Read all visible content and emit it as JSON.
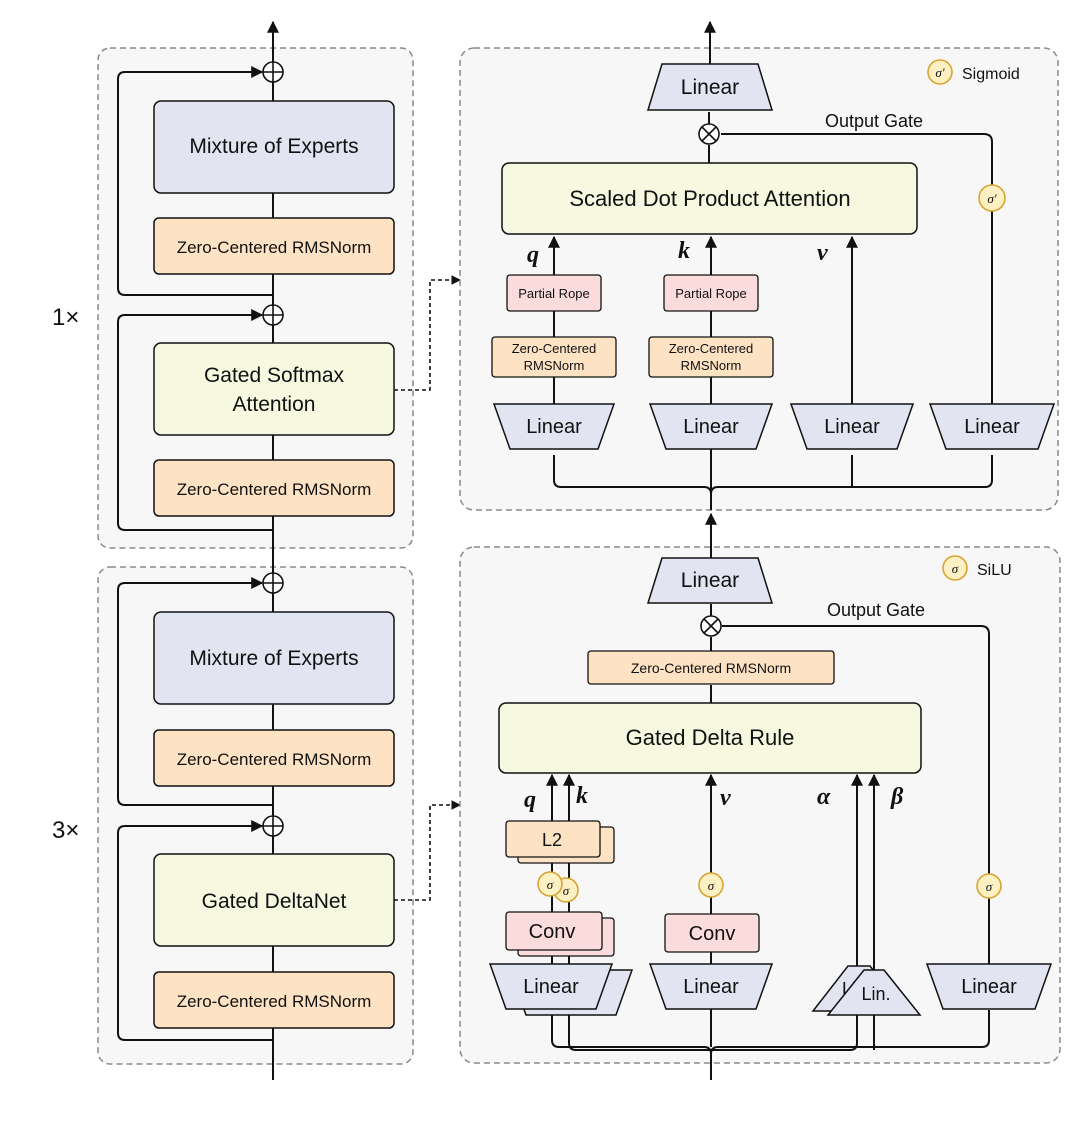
{
  "left": {
    "top_block": {
      "multiplier": "1×",
      "moe": "Mixture of Experts",
      "norm_upper": "Zero-Centered RMSNorm",
      "attention_line1": "Gated Softmax",
      "attention_line2": "Attention",
      "norm_lower": "Zero-Centered RMSNorm"
    },
    "bottom_block": {
      "multiplier": "3×",
      "moe": "Mixture of Experts",
      "norm_upper": "Zero-Centered RMSNorm",
      "deltanet": "Gated DeltaNet",
      "norm_lower": "Zero-Centered RMSNorm"
    }
  },
  "attention_panel": {
    "legend_symbol": "σ'",
    "legend_label": "Sigmoid",
    "out_linear": "Linear",
    "output_gate": "Output Gate",
    "sdpa": "Scaled Dot Product Attention",
    "gate_sigma": "σ'",
    "q": "q",
    "k": "k",
    "v": "v",
    "rope": "Partial Rope",
    "norm_line1": "Zero-Centered",
    "norm_line2": "RMSNorm",
    "linear": "Linear"
  },
  "deltanet_panel": {
    "legend_symbol": "σ",
    "legend_label": "SiLU",
    "out_linear": "Linear",
    "output_gate": "Output Gate",
    "norm": "Zero-Centered RMSNorm",
    "rule": "Gated Delta Rule",
    "q": "q",
    "k": "k",
    "v": "v",
    "alpha": "α",
    "beta": "β",
    "l2": "L2",
    "sigma": "σ",
    "conv": "Conv",
    "linear": "Linear",
    "lin_short": "Lin."
  },
  "colors": {
    "purple": "#e2e4f2",
    "orange": "#fde3c4",
    "yellowgreen": "#f6f8df",
    "pink": "#fbdcdc",
    "sigma_fill": "#fdf0c2",
    "sigma_stroke": "#d9a431",
    "panel_bg": "#f7f7f7"
  }
}
